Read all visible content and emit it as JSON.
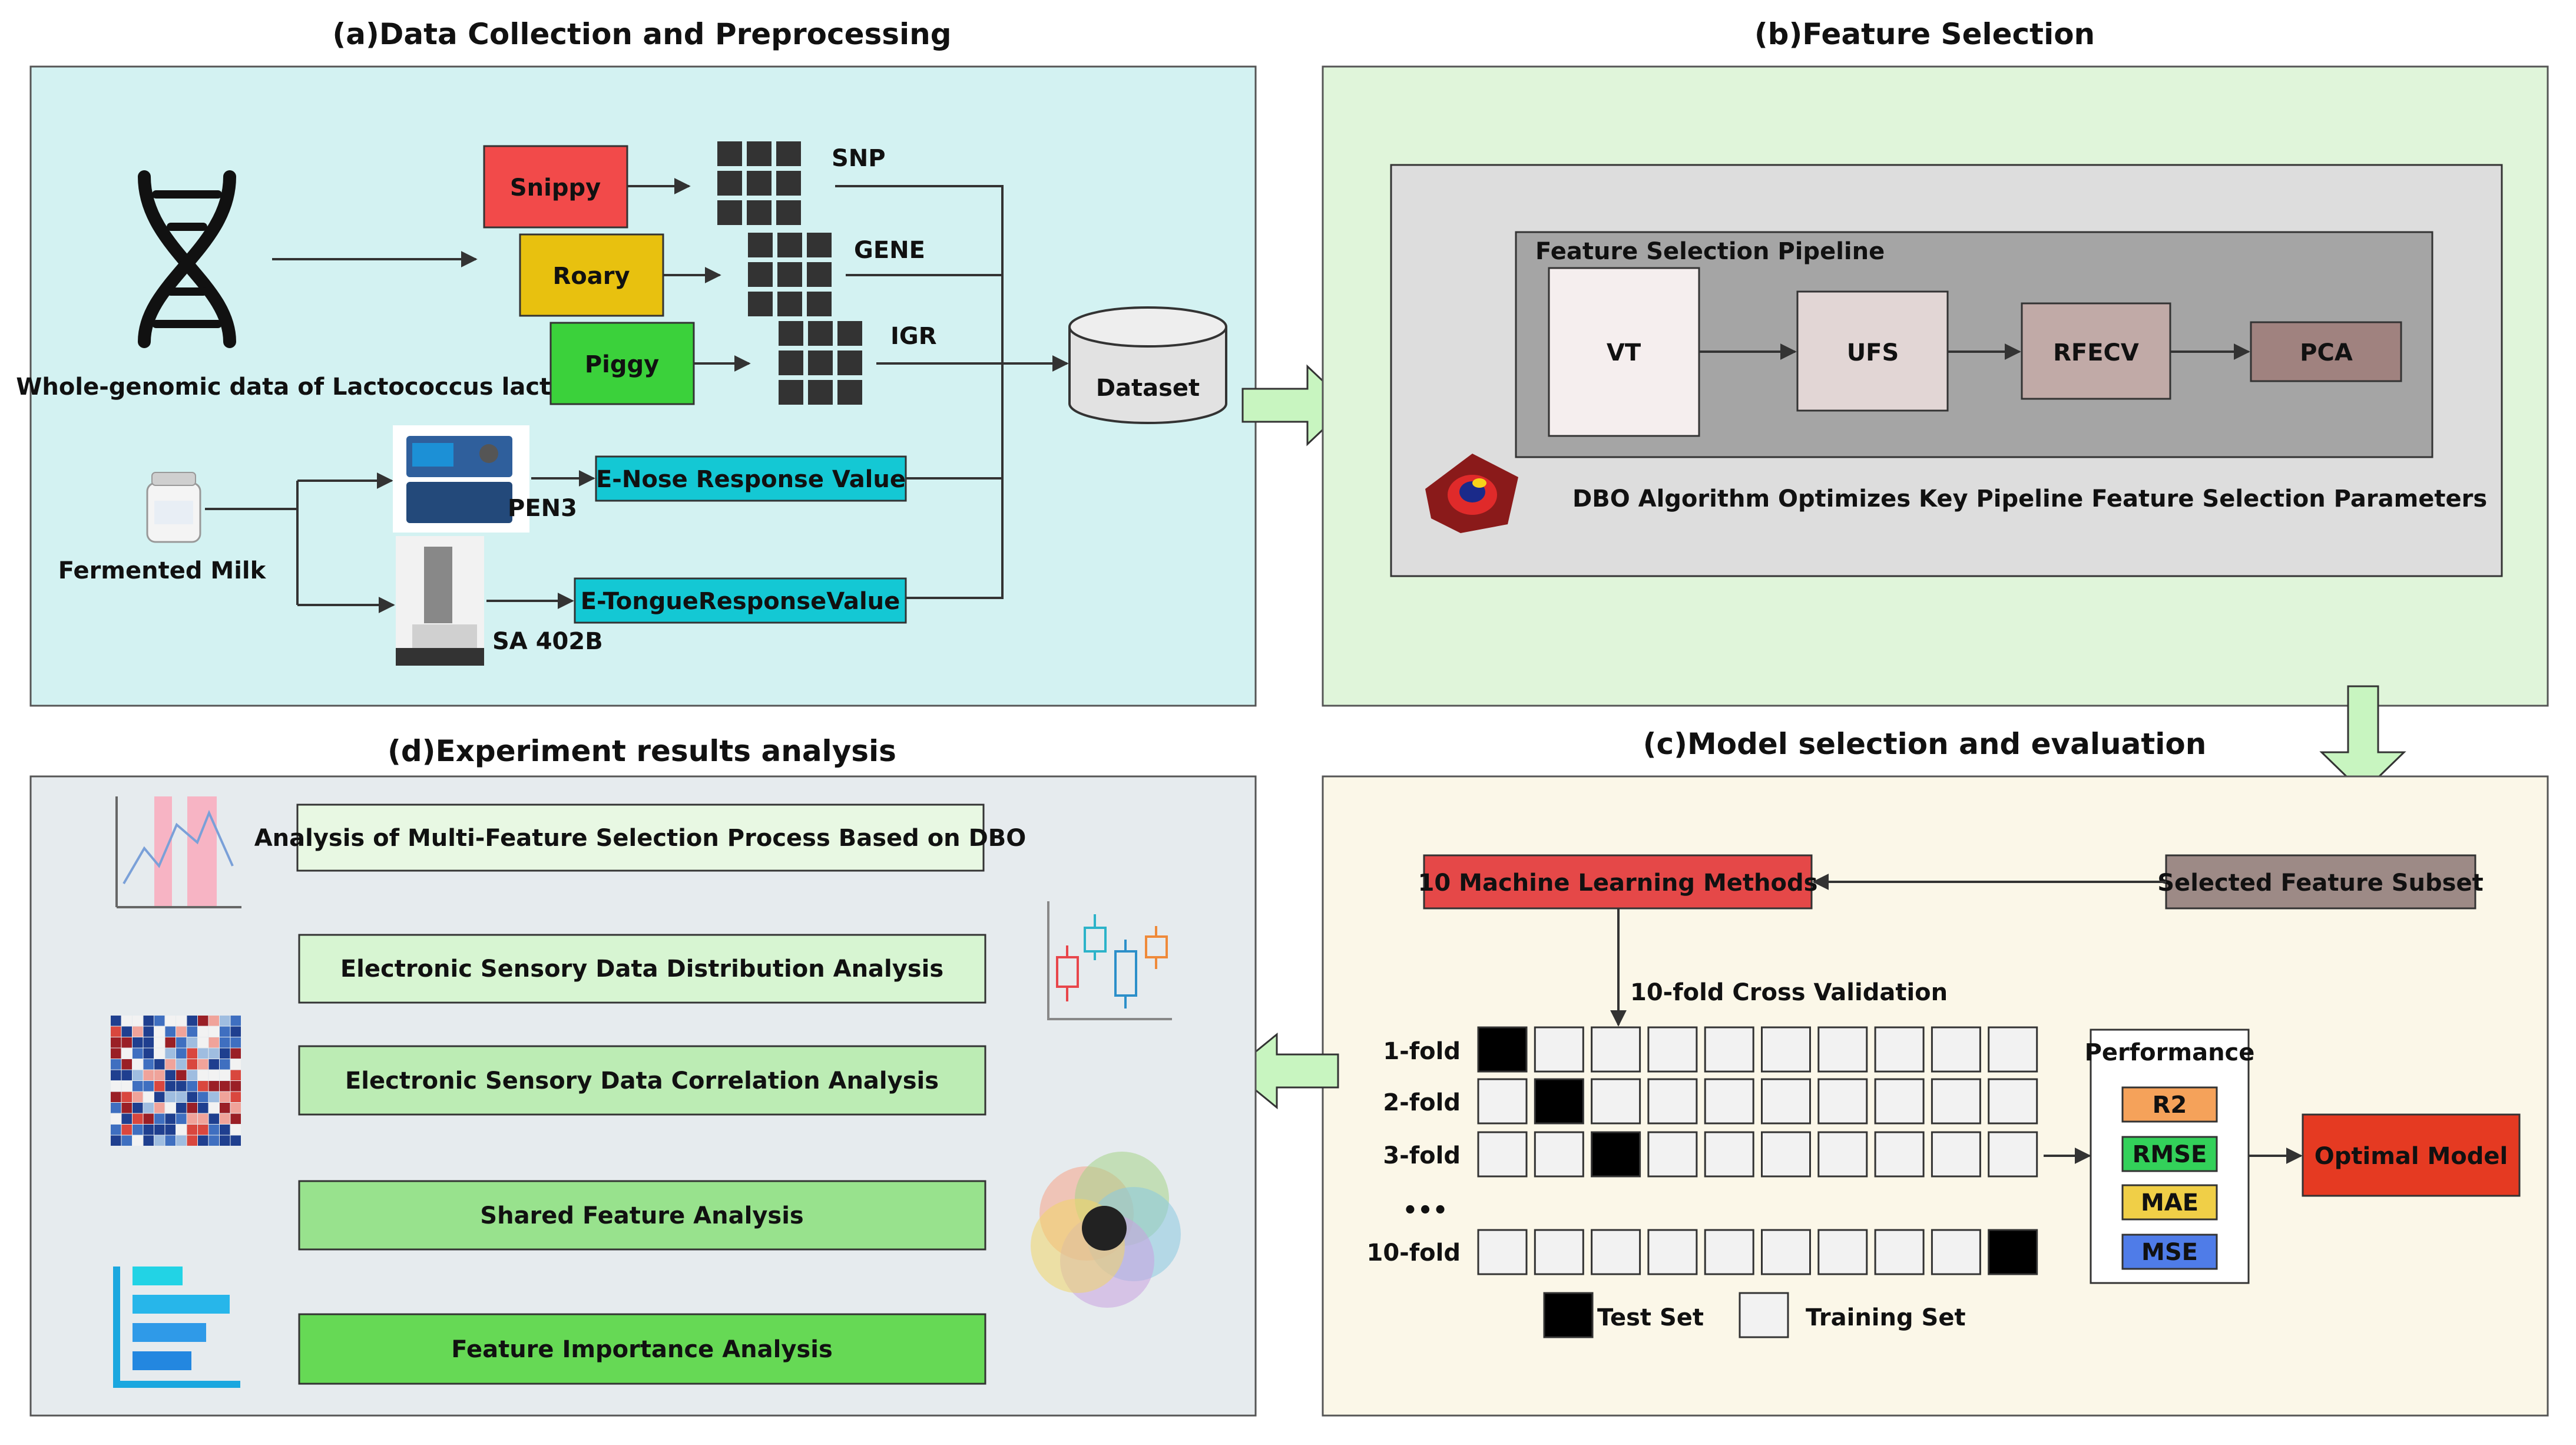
{
  "panels": {
    "a": {
      "title": "(a)Data Collection and Preprocessing",
      "genome_label": "Whole-genomic data of Lactococcus lactis",
      "tools": [
        "Snippy",
        "Roary",
        "Piggy"
      ],
      "feature_types": [
        "SNP",
        "GENE",
        "IGR"
      ],
      "dataset_label": "Dataset",
      "milk_label": "Fermented Milk",
      "instruments": [
        "PEN3",
        "SA 402B"
      ],
      "enose_label": "E-Nose Response Value",
      "etongue_label": "E-TongueResponseValue"
    },
    "b": {
      "title": "(b)Feature Selection",
      "pipeline_title": "Feature Selection Pipeline",
      "steps": [
        "VT",
        "UFS",
        "RFECV",
        "PCA"
      ],
      "dbo_caption": "DBO Algorithm Optimizes Key Pipeline Feature Selection Parameters"
    },
    "c": {
      "title": "(c)Model selection and evaluation",
      "ml_methods": "10 Machine Learning Methods",
      "feature_subset": "Selected Feature Subset",
      "cv_label": "10-fold Cross Validation",
      "folds": [
        "1-fold",
        "2-fold",
        "3-fold",
        "10-fold"
      ],
      "ellipsis": "•••",
      "performance_title": "Performance",
      "metrics": [
        "R2",
        "RMSE",
        "MAE",
        "MSE"
      ],
      "optimal_model": "Optimal Model",
      "legend_test": "Test Set",
      "legend_train": "Training Set"
    },
    "d": {
      "title": "(d)Experiment  results analysis",
      "analyses": [
        "Analysis of Multi-Feature Selection Process Based on DBO",
        "Electronic Sensory Data Distribution Analysis",
        "Electronic Sensory Data Correlation Analysis",
        "Shared Feature Analysis",
        "Feature Importance Analysis"
      ]
    }
  },
  "colors": {
    "panel_a_bg": "#d3f2f2",
    "panel_b_bg": "#e0f5da",
    "panel_c_bg": "#fbf7e8",
    "panel_d_bg": "#e6ebee",
    "snippy": "#f24a4a",
    "roary": "#e8c10f",
    "piggy": "#3bd13b",
    "response_box": "#14c8d4",
    "ml_box": "#e54848",
    "subset_box": "#9d8a86",
    "optimal_box": "#e53a22",
    "arrow_green": "#c8f5c0"
  }
}
